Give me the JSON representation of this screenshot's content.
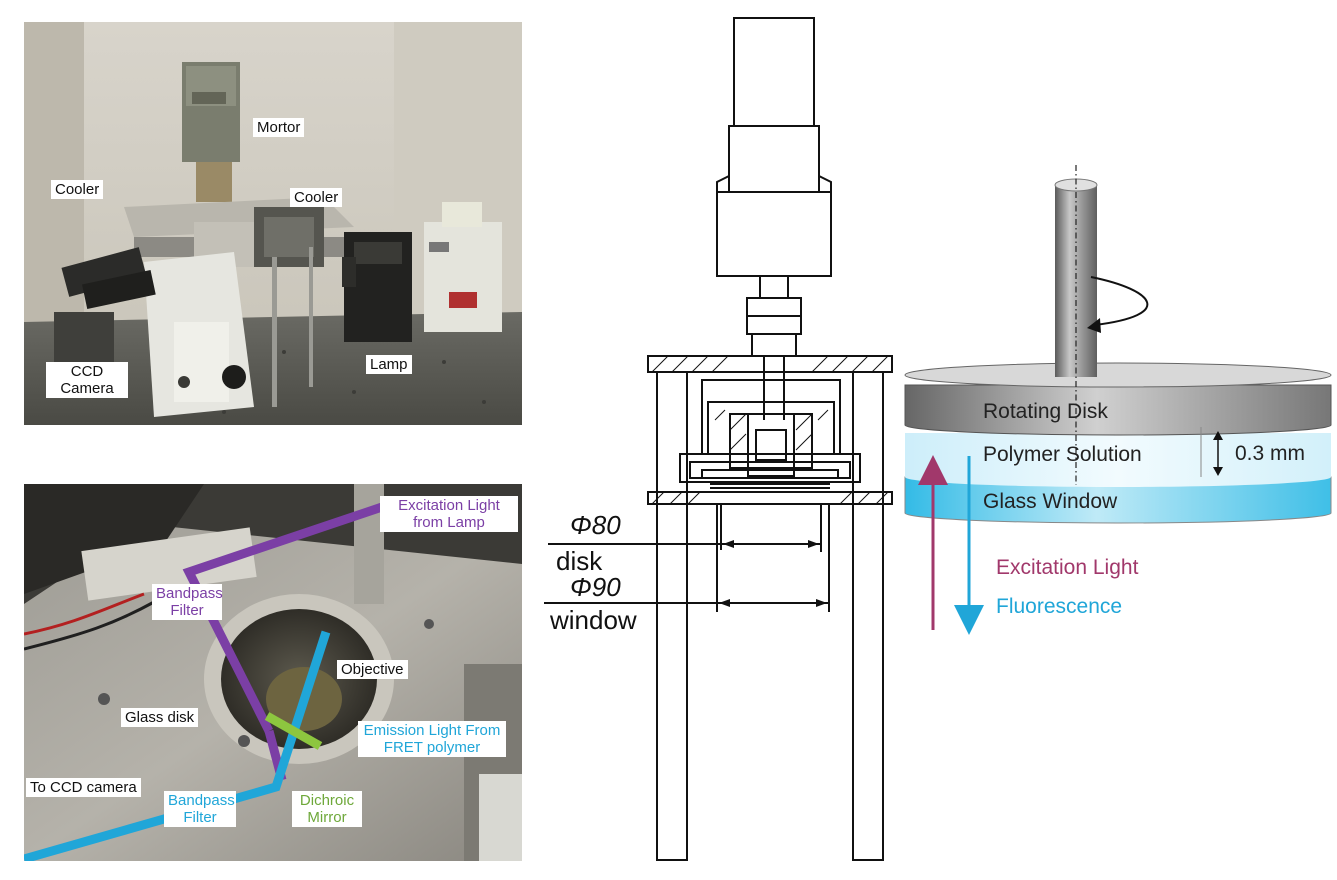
{
  "photo_top": {
    "labels": {
      "mortor": "Mortor",
      "cooler_left": "Cooler",
      "cooler_right": "Cooler",
      "ccd_camera": "CCD Camera",
      "lamp": "Lamp"
    }
  },
  "photo_bottom": {
    "labels": {
      "excitation_light": "Excitation Light from Lamp",
      "bandpass_filter_top": "Bandpass Filter",
      "objective": "Objective",
      "glass_disk": "Glass disk",
      "emission_light": "Emission Light From FRET polymer",
      "to_ccd_camera": "To CCD camera",
      "bandpass_filter_bottom": "Bandpass Filter",
      "dichroic_mirror": "Dichroic Mirror"
    }
  },
  "drawing": {
    "phi80": "Φ80",
    "disk": "disk",
    "phi90": "Φ90",
    "window": "window"
  },
  "schematic": {
    "rotating_disk": "Rotating Disk",
    "polymer_solution": "Polymer Solution",
    "glass_window": "Glass Window",
    "gap": "0.3 mm",
    "excitation_light": "Excitation Light",
    "fluorescence": "Fluorescence"
  },
  "colors": {
    "purple": "#7b3fa5",
    "blue": "#20a6d8",
    "green": "#6ea83a",
    "excitation": "#a1386b"
  }
}
